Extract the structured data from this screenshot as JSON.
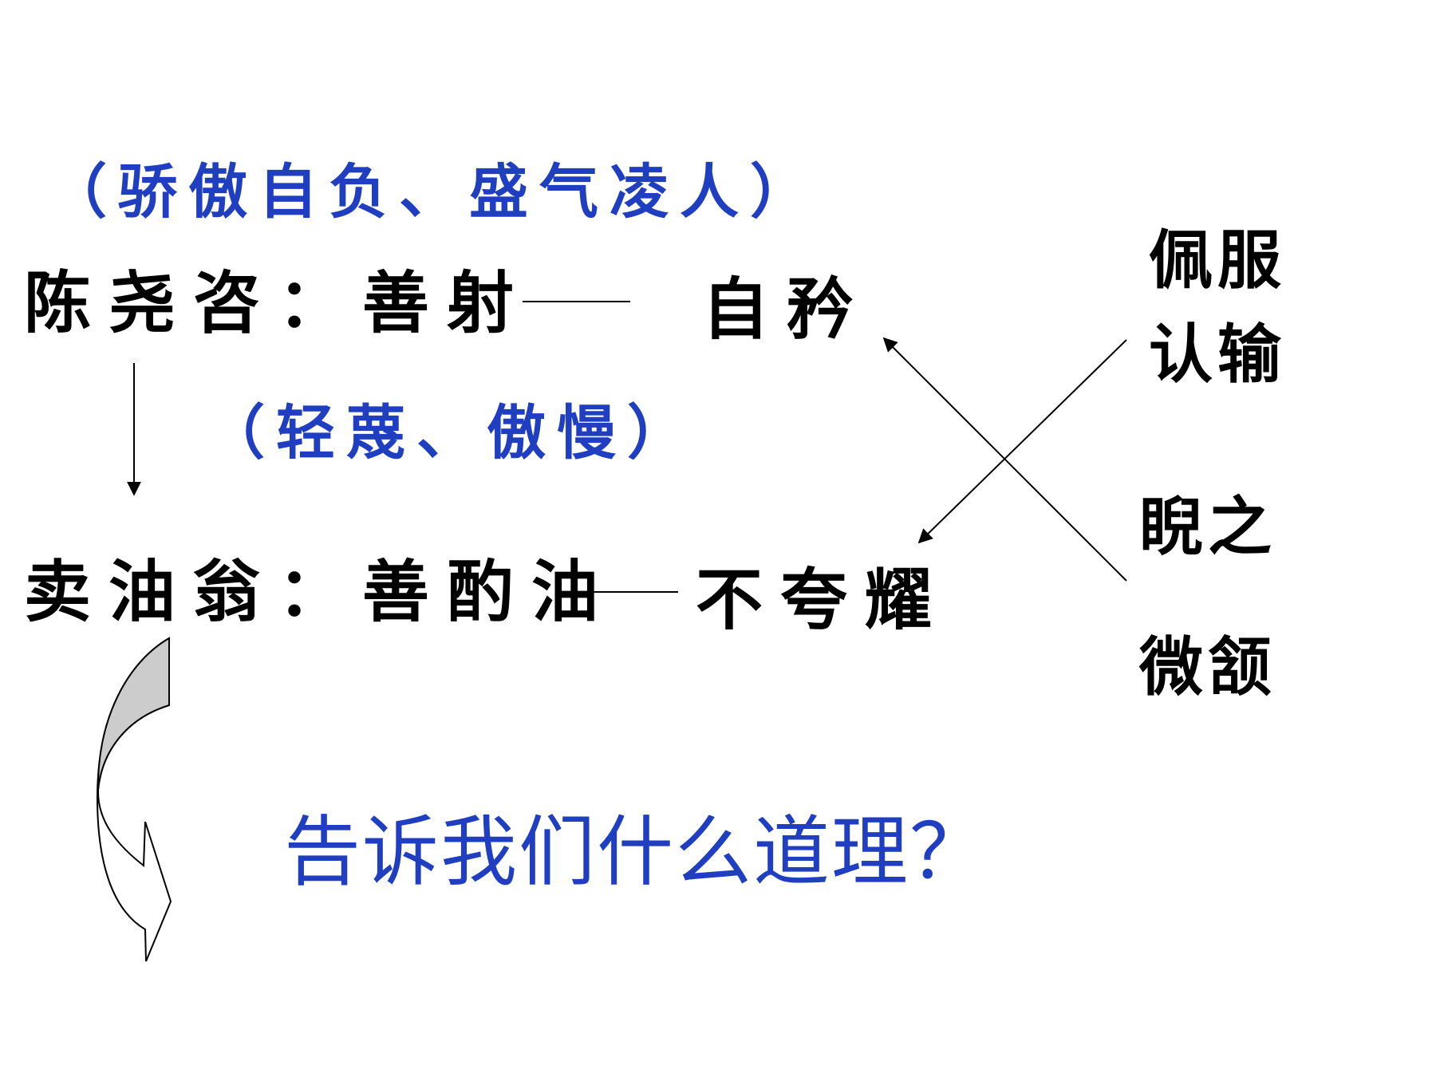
{
  "note_top": "（骄傲自负、盛气凌人）",
  "row1": {
    "label": "陈尧咨：善射",
    "trait": "自矜"
  },
  "note_mid": "（轻蔑、傲慢）",
  "row2": {
    "label": "卖油翁：善酌油",
    "trait": "不夸耀"
  },
  "right": [
    "佩服",
    "认输",
    "睨之",
    "微颔"
  ],
  "question": "告诉我们什么道理？",
  "colors": {
    "blue": "#1f3fc0",
    "black": "#000000",
    "arrow_fill": "#cccccc"
  }
}
